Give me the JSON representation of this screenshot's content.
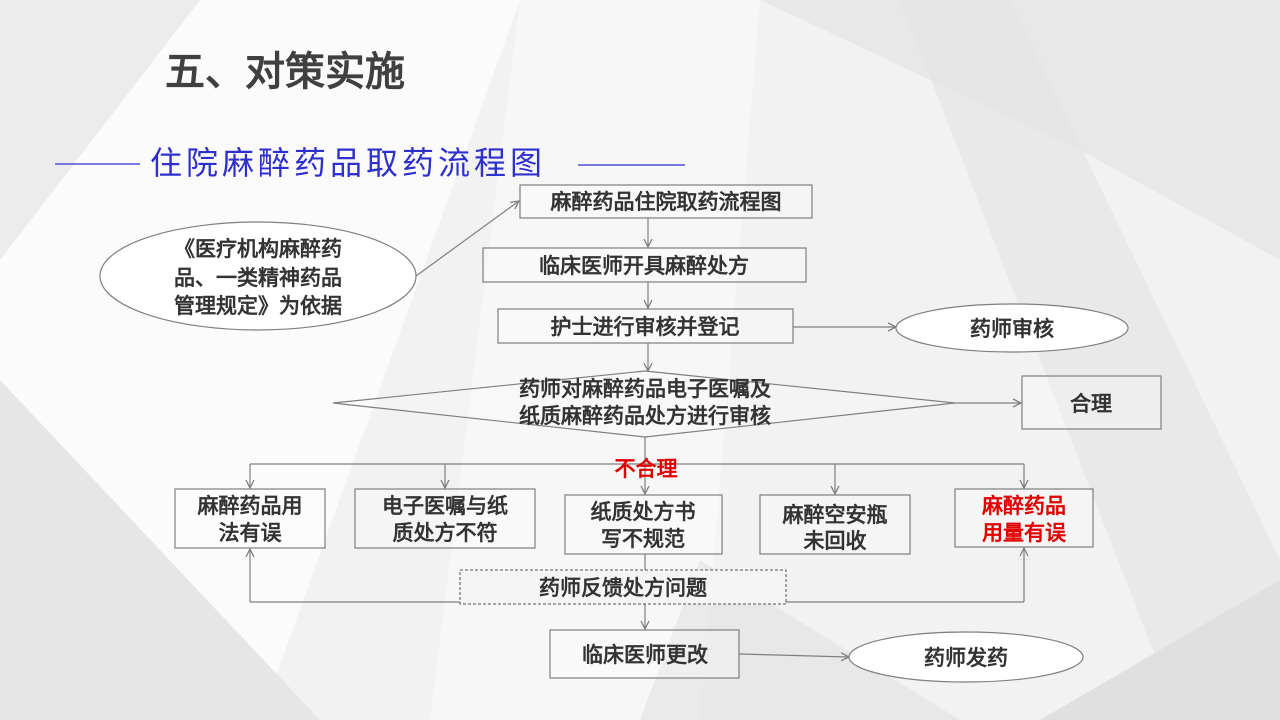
{
  "title": "五、对策实施",
  "subtitle": "住院麻醉药品取药流程图",
  "flowchart": {
    "start": "麻醉药品住院取药流程图",
    "basis": [
      "《医疗机构麻醉药",
      "品、一类精神药品",
      "管理规定》为依据"
    ],
    "prescribe": "临床医师开具麻醉处方",
    "nurse_review": "护士进行审核并登记",
    "pharmacist_review": "药师审核",
    "decision": [
      "药师对麻醉药品电子医嘱及",
      "纸质麻醉药品处方进行审核"
    ],
    "reasonable": "合理",
    "unreasonable": "不合理",
    "issues": [
      [
        "麻醉药品用",
        "法有误"
      ],
      [
        "电子医嘱与纸",
        "质处方不符"
      ],
      [
        "纸质处方书",
        "写不规范"
      ],
      [
        "麻醉空安瓶",
        "未回收"
      ],
      [
        "麻醉药品",
        "用量有误"
      ]
    ],
    "feedback": "药师反馈处方问题",
    "revise": "临床医师更改",
    "dispense": "药师发药"
  },
  "colors": {
    "title": "#404040",
    "subtitle": "#2f2fcd",
    "text": "#333333",
    "alert": "#e00000",
    "stroke": "#7f7f7f"
  }
}
